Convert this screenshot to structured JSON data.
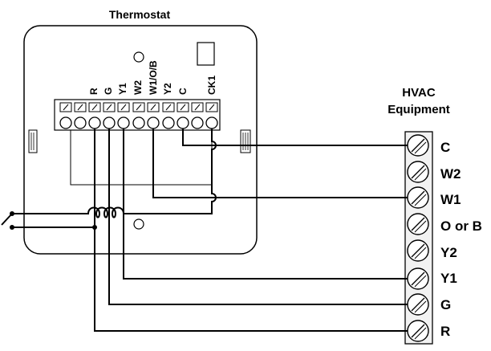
{
  "thermostat": {
    "title": "Thermostat",
    "terminals": [
      "R",
      "G",
      "Y1",
      "W2",
      "W1/O/B",
      "Y2",
      "C",
      "CK1"
    ]
  },
  "hvac": {
    "title_line1": "HVAC",
    "title_line2": "Equipment",
    "terminals": [
      "C",
      "W2",
      "W1",
      "O or B",
      "Y2",
      "Y1",
      "G",
      "R"
    ]
  },
  "colors": {
    "line": "#000000",
    "background": "#ffffff",
    "rail_fill": "#f2f2f2"
  }
}
